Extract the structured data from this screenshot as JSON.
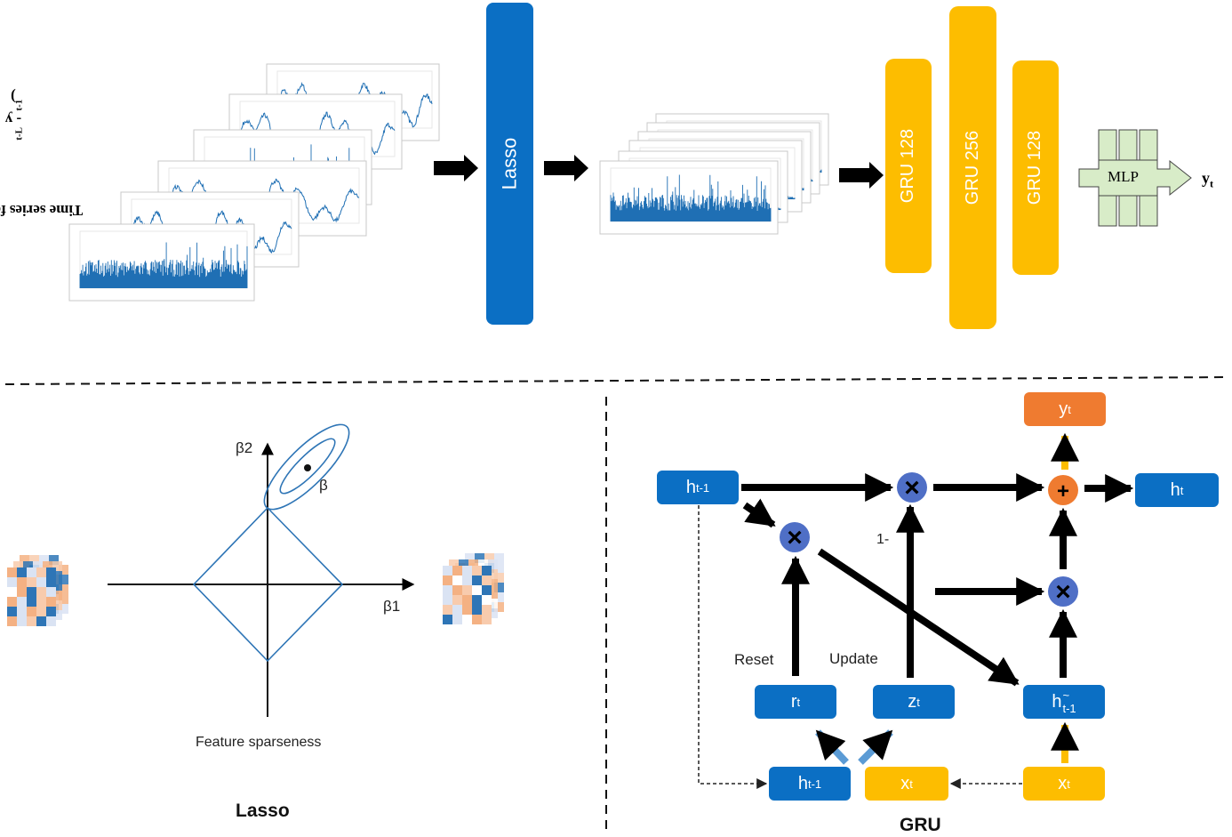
{
  "top": {
    "y_axis_label_main": "Time series feature (y",
    "y_axis_label_sub1": "t-L",
    "y_axis_label_mid": "- y",
    "y_axis_label_sub2": "t-1",
    "y_axis_label_end": ")",
    "lasso_block": "Lasso",
    "gru_layers": [
      "GRU 128",
      "GRU 256",
      "GRU 128"
    ],
    "mlp_label": "MLP",
    "output_main": "y",
    "output_sub": "t"
  },
  "lasso_panel": {
    "axis_y": "β2",
    "axis_x": "β1",
    "point_label": "β",
    "caption": "Feature sparseness",
    "title": "Lasso"
  },
  "gru_panel": {
    "title": "GRU",
    "nodes": {
      "h_prev": {
        "main": "h",
        "sub": "t-1"
      },
      "h_out": {
        "main": "h",
        "sub": "t"
      },
      "y_out": {
        "main": "y",
        "sub": "t"
      },
      "r": {
        "main": "r",
        "sub": "t"
      },
      "z": {
        "main": "z",
        "sub": "t"
      },
      "h_tilde": {
        "main": "h",
        "sup": "~",
        "sub": "t-1"
      },
      "h_prev_bottom": {
        "main": "h",
        "sub": "t-1"
      },
      "x_mid": {
        "main": "x",
        "sub": "t"
      },
      "x_right": {
        "main": "x",
        "sub": "t"
      }
    },
    "labels": {
      "reset": "Reset",
      "update": "Update",
      "one_minus": "1-"
    },
    "operators": {
      "multiply": "×",
      "add": "+"
    }
  },
  "colors": {
    "lasso_blue": "#0b6fc4",
    "gru_yellow": "#fdbd00",
    "output_orange": "#ef7b30",
    "op_blue": "#4f6fc6",
    "mlp_green": "#d8ecc8",
    "arrow_light_blue": "#5b9bd5"
  }
}
